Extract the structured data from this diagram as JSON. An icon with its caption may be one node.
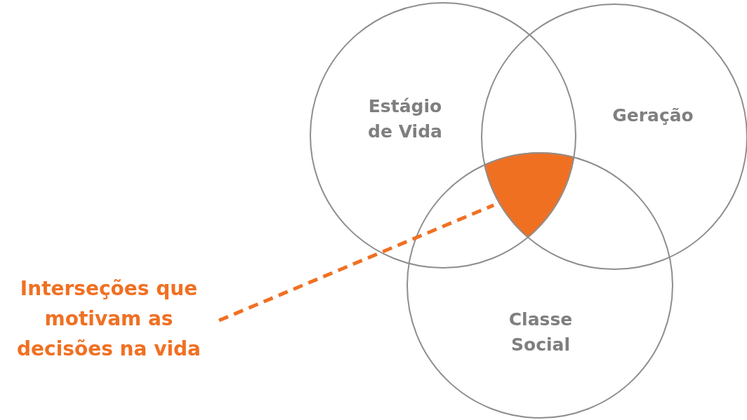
{
  "diagram": {
    "nodes": [
      {
        "text": [
          "Estágio de Vida"
        ]
      },
      {
        "text": [
          "Geração"
        ]
      },
      {
        "text": [
          "Classe Social"
        ]
      },
      {
        "text": [],
        "shape": "triangle"
      },
      {
        "text": [
          "Interseções que motivam as decisões na vida"
        ]
      }
    ],
    "edges": [
      {
        "from": 4,
        "to": 3,
        "arrow": "none",
        "style": "dashed",
        "color": "#f07022"
      }
    ]
  }
}
